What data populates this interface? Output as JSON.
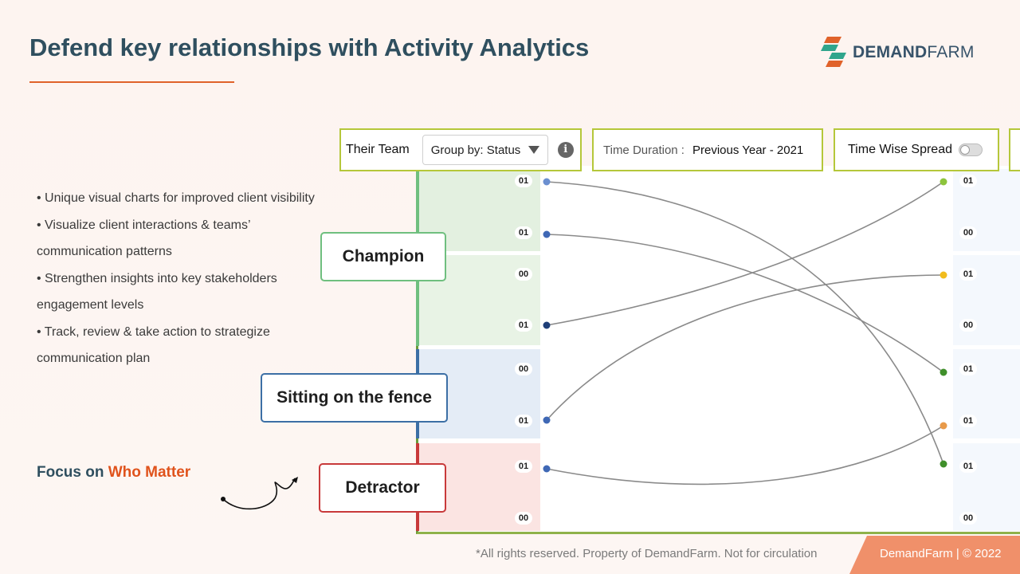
{
  "slide": {
    "title": "Defend key relationships with Activity Analytics",
    "brand": {
      "strong": "DEMAND",
      "light": "FARM"
    }
  },
  "bullets": [
    "•   Unique visual charts for improved client visibility",
    "•   Visualize client interactions & teams’",
    "communication patterns",
    "•   Strengthen insights into key stakeholders",
    "engagement levels",
    "•   Track, review & take action to strategize",
    "communication plan"
  ],
  "focus": {
    "prefix": "Focus on ",
    "accent": "Who Matter"
  },
  "toolbar": {
    "team_label": "Their Team",
    "group_by": "Group by: Status",
    "info_glyph": "i",
    "duration_label": "Time Duration :",
    "duration_value": "Previous Year - 2021",
    "spread_label": "Time Wise Spread"
  },
  "callouts": {
    "champion": "Champion",
    "fence": "Sitting on the fence",
    "detractor": "Detractor"
  },
  "left_counts": [
    "01",
    "01",
    "00",
    "01",
    "00",
    "01",
    "01",
    "00"
  ],
  "right_counts": [
    "01",
    "00",
    "01",
    "00",
    "01",
    "01",
    "01",
    "00"
  ],
  "colors": {
    "champion": "#6fbf7f",
    "fence": "#3c6fa5",
    "detractor": "#c8393a",
    "accent": "#e0531c",
    "title": "#2f4f5f"
  },
  "footer": {
    "note": "*All rights reserved. Property of DemandFarm. Not for circulation",
    "brand": "DemandFarm | © 2022"
  }
}
